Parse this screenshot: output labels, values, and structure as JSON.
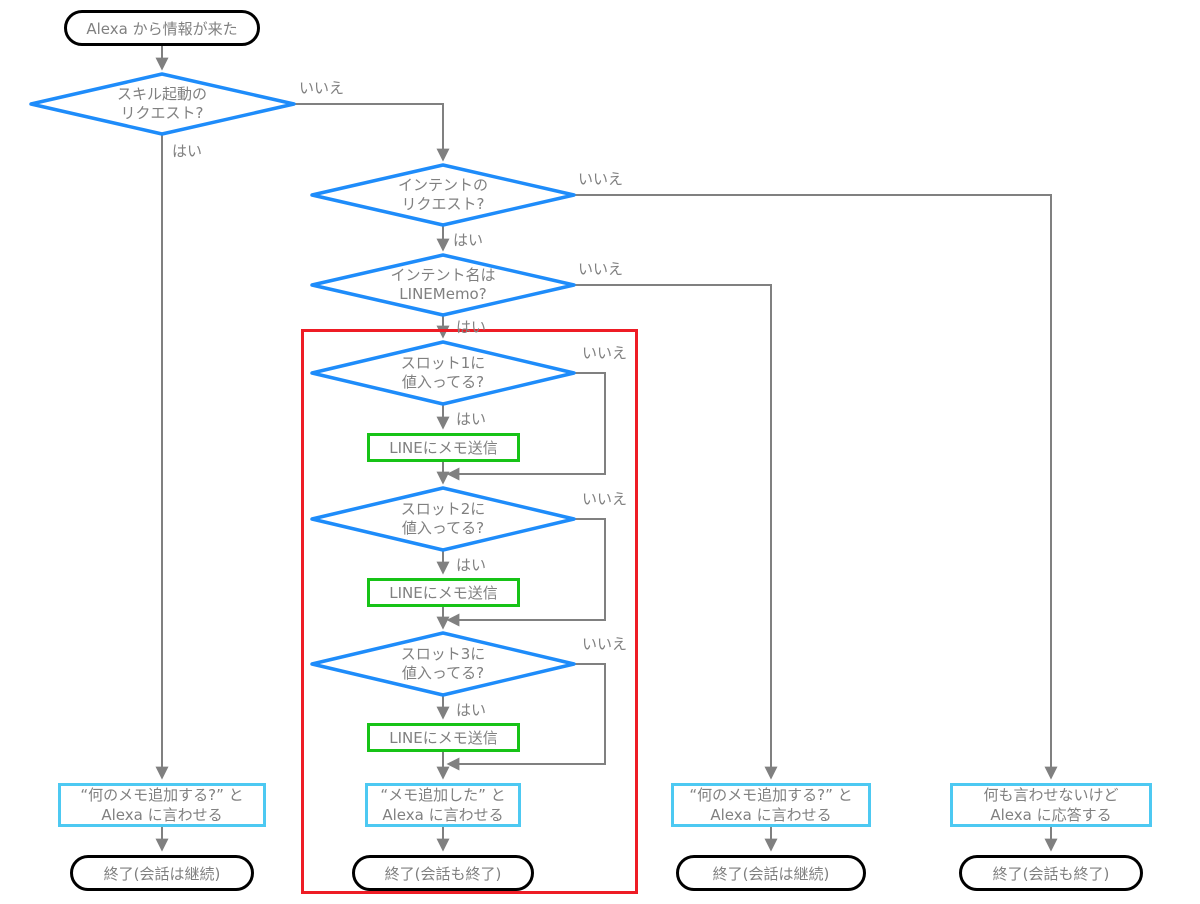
{
  "labels": {
    "yes": "はい",
    "no": "いいえ"
  },
  "start": {
    "text": "Alexa から情報が来た"
  },
  "decisions": [
    {
      "line1": "スキル起動の",
      "line2": "リクエスト?"
    },
    {
      "line1": "インテントの",
      "line2": "リクエスト?"
    },
    {
      "line1": "インテント名は",
      "line2": "LINEMemo?"
    }
  ],
  "slots": [
    {
      "line1": "スロット1に",
      "line2": "値入ってる?",
      "action": "LINEにメモ送信"
    },
    {
      "line1": "スロット2に",
      "line2": "値入ってる?",
      "action": "LINEにメモ送信"
    },
    {
      "line1": "スロット3に",
      "line2": "値入ってる?",
      "action": "LINEにメモ送信"
    }
  ],
  "outputs": [
    {
      "line1": "“何のメモ追加する?” と",
      "line2": "Alexa に言わせる",
      "terminal": "終了(会話は継続)"
    },
    {
      "line1": "“メモ追加した” と",
      "line2": "Alexa に言わせる",
      "terminal": "終了(会話も終了)"
    },
    {
      "line1": "“何のメモ追加する?” と",
      "line2": "Alexa に言わせる",
      "terminal": "終了(会話は継続)"
    },
    {
      "line1": "何も言わせないけど",
      "line2": "Alexa に応答する",
      "terminal": "終了(会話も終了)"
    }
  ],
  "colors": {
    "decision_border": "#1E8CFA",
    "action_border": "#17C317",
    "output_border": "#4DC9F2",
    "highlight_box": "#EE1C25",
    "connector": "#808080",
    "text": "#808080",
    "terminator_border": "#000000"
  }
}
